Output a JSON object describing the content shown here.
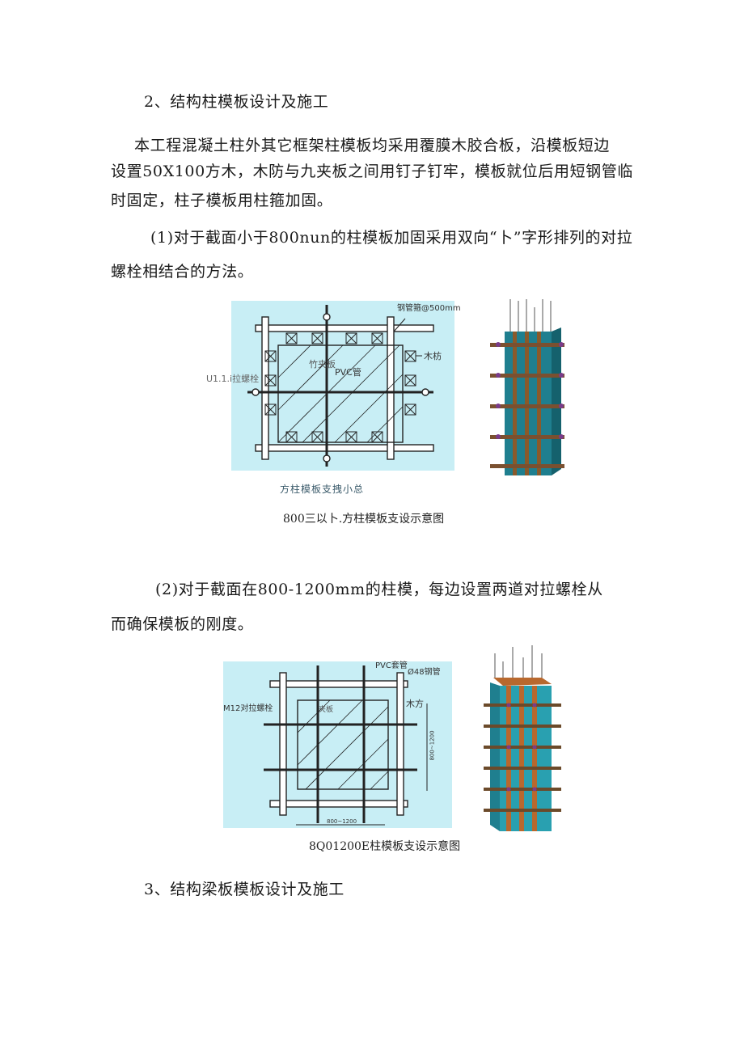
{
  "section2": {
    "heading": "2、结构柱模板设计及施工",
    "para1_lines": [
      "本工程混凝土柱外其它框架柱模板均采用覆膜木胶合板，沿模板短边",
      "设置50X100方木，木防与九夹板之间用钉子钉牢，模板就位后用短钢管临",
      "时固定，柱子模板用柱箍加固。"
    ],
    "item1_lines": [
      "(1)对于截面小于800nun的柱模板加固采用双向“卜”字形排列的对拉",
      "螺栓相结合的方法。"
    ],
    "figure1": {
      "labels": {
        "top_right": "钢管箍@500mm",
        "right": "木枋",
        "left": "U1.1.i拉螺栓",
        "inner_1": "竹夹板",
        "inner_2": "PVC管"
      },
      "subcaption": "方柱模板支拽小总",
      "caption": "800三以卜.方柱模板支设示意图"
    },
    "item2_lines": [
      "(2)对于截面在800-1200mm的柱模，每边设置两道对拉螺栓从",
      "而确保模板的刚度。"
    ],
    "figure2": {
      "labels": {
        "top": "PVC套管",
        "top_right": "Ø48钢管",
        "left": "M12对拉螺栓",
        "right": "木方",
        "inner": "夹板",
        "dim_vertical": "800~1200",
        "dim_horizontal": "800~1200"
      },
      "caption": "8Q01200E柱模板支设示意图"
    }
  },
  "section3": {
    "heading": "3、结构梁板模板设计及施工"
  },
  "colors": {
    "diagram_bg": "#c8eef5",
    "formwork_blue": "#1f7f8f",
    "timber_brown": "#8a5a2b",
    "bolt_purple": "#7a3b8a"
  }
}
